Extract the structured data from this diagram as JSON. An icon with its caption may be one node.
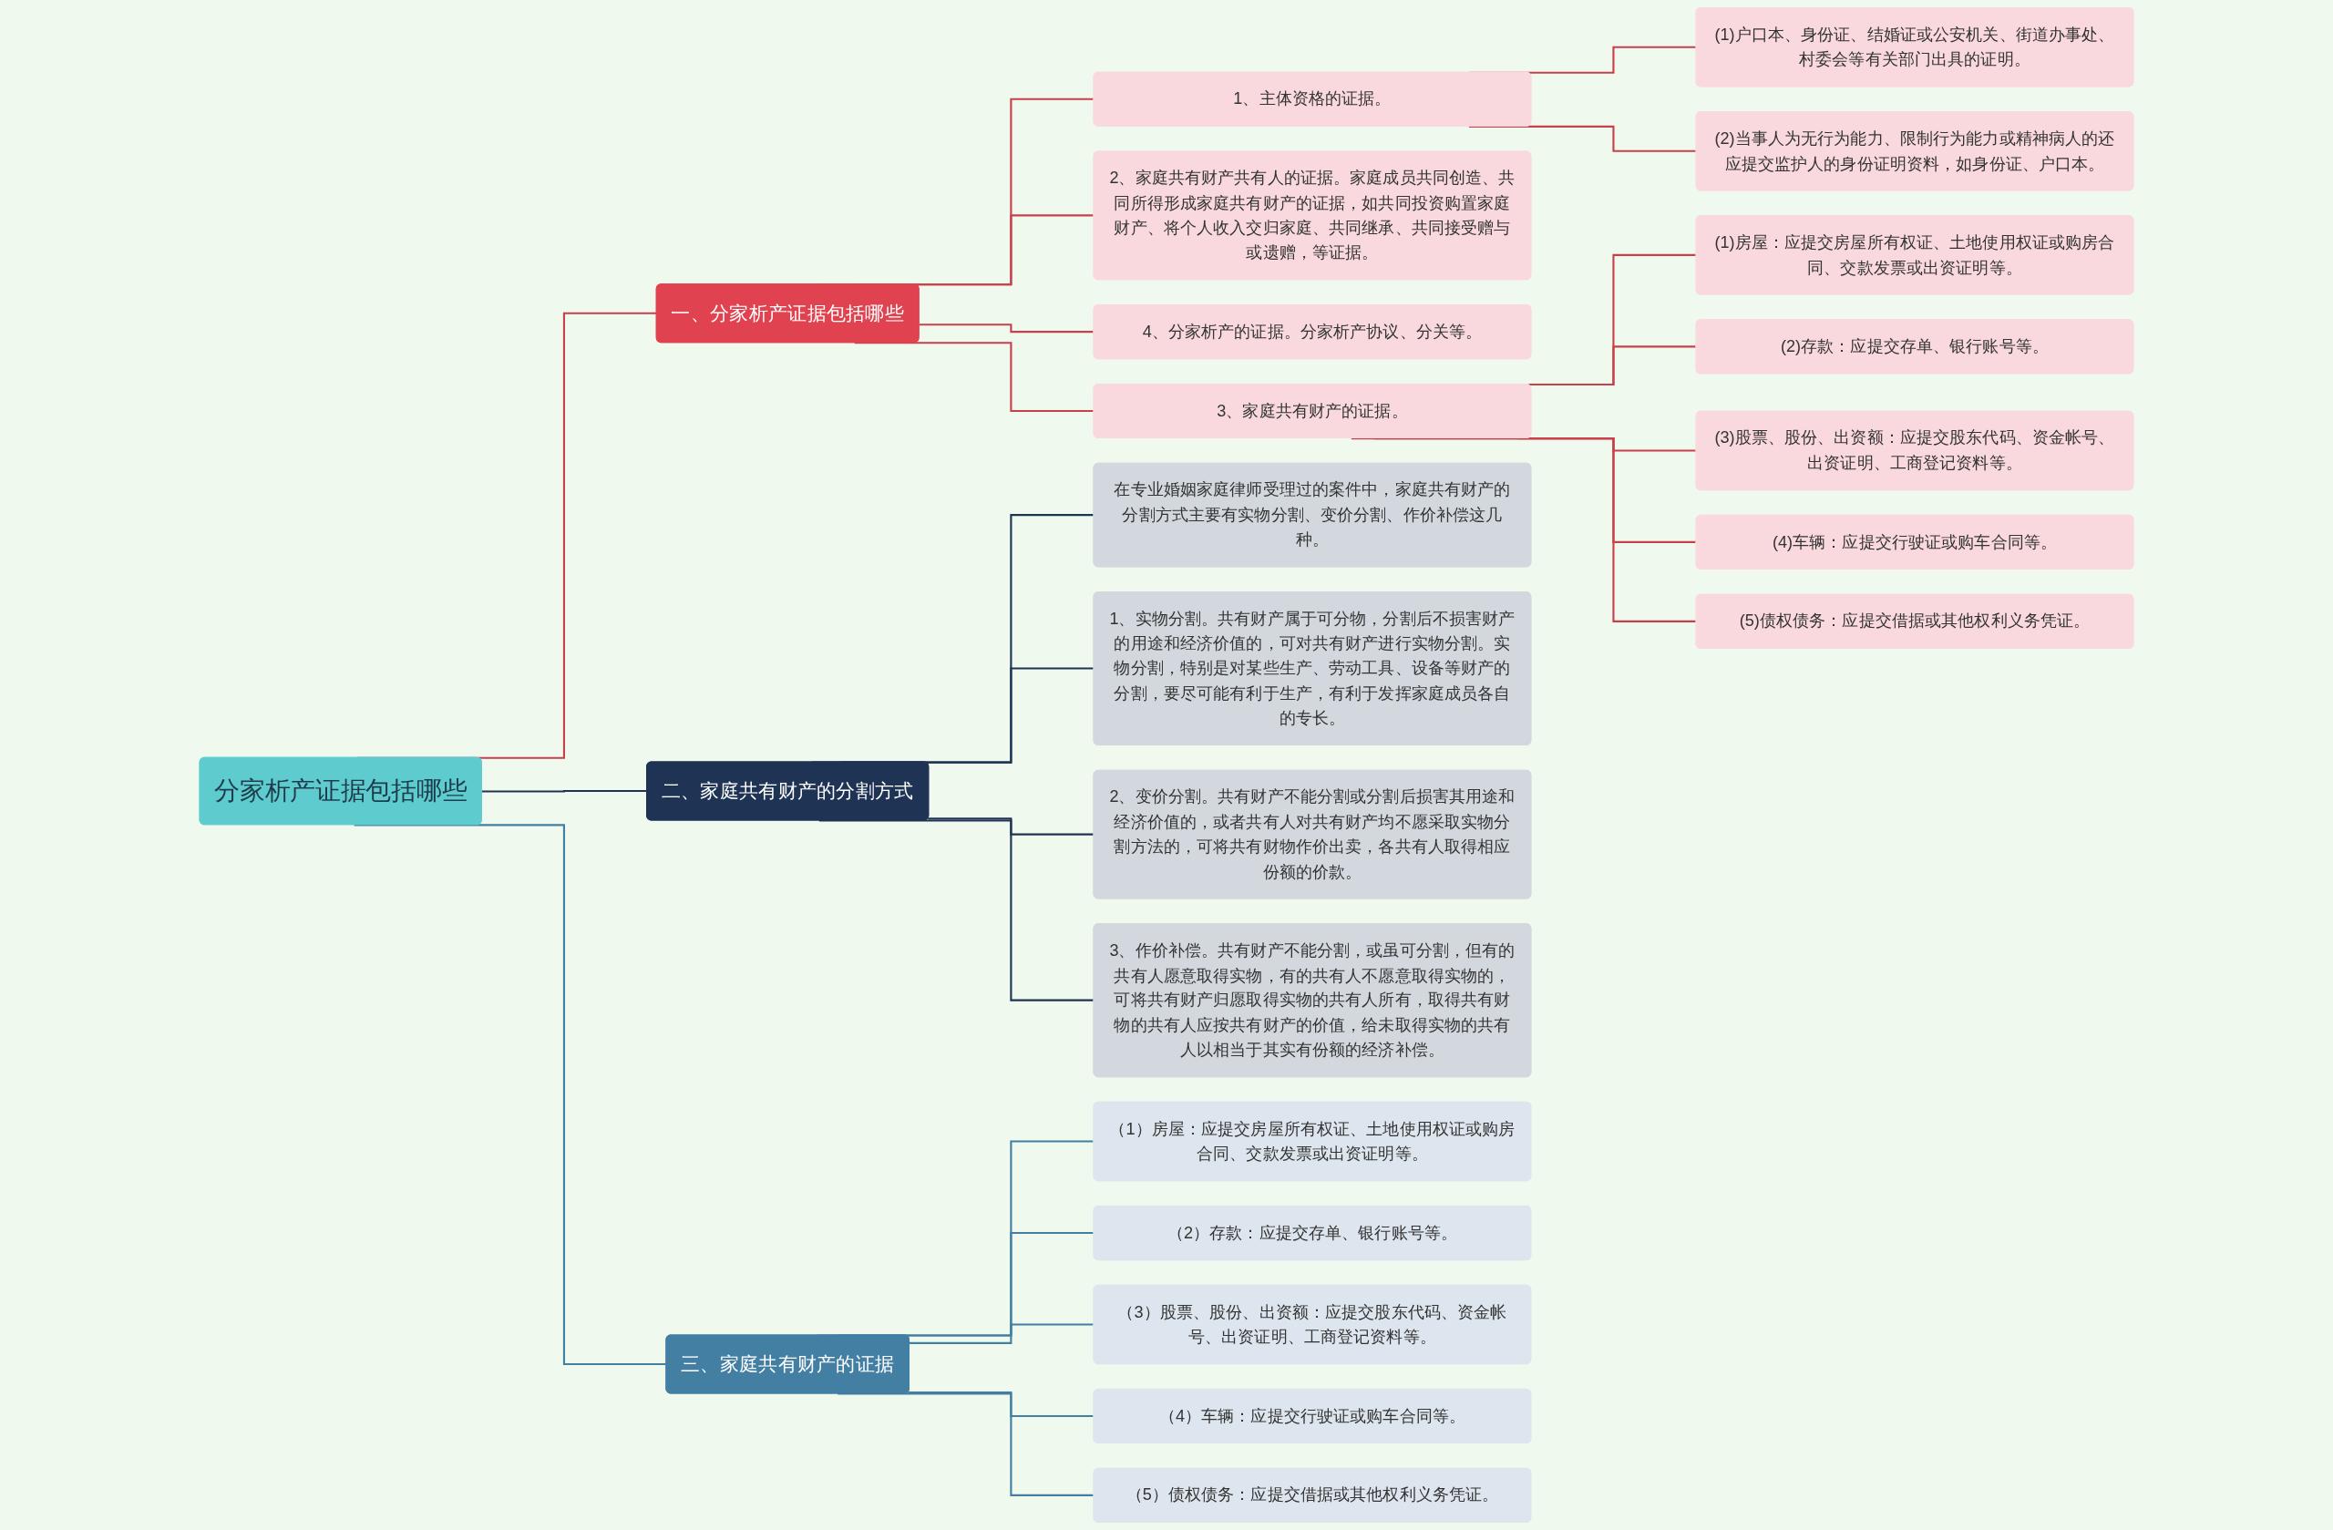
{
  "diagram": {
    "nodes": [
      {
        "text": [
          "分家析产证据包括哪些"
        ]
      },
      {
        "text": [
          "一、分家析产证据包括哪些"
        ]
      },
      {
        "text": [
          "1、主体资格的证据。"
        ]
      },
      {
        "text": [
          "(1)户口本、身份证、结婚证或公安机关、街道办事处、村委会等有关部门出具的证明。"
        ]
      },
      {
        "text": [
          "(2)当事人为无行为能力、限制行为能力或精神病人的还应提交监护人的身份证明资料，如身份证、户口本。"
        ]
      },
      {
        "text": [
          "2、家庭共有财产共有人的证据。家庭成员共同创造、共同所得形成家庭共有财产的证据，如共同投资购置家庭财产、将个人收入交归家庭、共同继承、共同接受赠与或遗赠，等证据。"
        ]
      },
      {
        "text": [
          "3、家庭共有财产的证据。"
        ]
      },
      {
        "text": [
          "(1)房屋：应提交房屋所有权证、土地使用权证或购房合同、交款发票或出资证明等。"
        ]
      },
      {
        "text": [
          "(2)存款：应提交存单、银行账号等。"
        ]
      },
      {
        "text": [
          "(3)股票、股份、出资额：应提交股东代码、资金帐号、出资证明、工商登记资料等。"
        ]
      },
      {
        "text": [
          "(4)车辆：应提交行驶证或购车合同等。"
        ]
      },
      {
        "text": [
          "(5)债权债务：应提交借据或其他权利义务凭证。"
        ]
      },
      {
        "text": [
          "4、分家析产的证据。分家析产协议、分关等。"
        ]
      },
      {
        "text": [
          "二、家庭共有财产的分割方式"
        ]
      },
      {
        "text": [
          "在专业婚姻家庭律师受理过的案件中，家庭共有财产的分割方式主要有实物分割、变价分割、作价补偿这几种。"
        ]
      },
      {
        "text": [
          "1、实物分割。共有财产属于可分物，分割后不损害财产的用途和经济价值的，可对共有财产进行实物分割。实物分割，特别是对某些生产、劳动工具、设备等财产的分割，要尽可能有利于生产，有利于发挥家庭成员各自的专长。"
        ]
      },
      {
        "text": [
          "2、变价分割。共有财产不能分割或分割后损害其用途和经济价值的，或者共有人对共有财产均不愿采取实物分割方法的，可将共有财物作价出卖，各共有人取得相应份额的价款。"
        ]
      },
      {
        "text": [
          "3、作价补偿。共有财产不能分割，或虽可分割，但有的共有人愿意取得实物，有的共有人不愿意取得实物的，可将共有财产归愿取得实物的共有人所有，取得共有财物的共有人应按共有财产的价值，给未取得实物的共有人以相当于其实有份额的经济补偿。"
        ]
      },
      {
        "text": [
          "三、家庭共有财产的证据"
        ]
      },
      {
        "text": [
          "（1）房屋：应提交房屋所有权证、土地使用权证或购房合同、交款发票或出资证明等。"
        ]
      },
      {
        "text": [
          "（2）存款：应提交存单、银行账号等。"
        ]
      },
      {
        "text": [
          "（3）股票、股份、出资额：应提交股东代码、资金帐号、出资证明、工商登记资料等。"
        ]
      },
      {
        "text": [
          "（4）车辆：应提交行驶证或购车合同等。"
        ]
      },
      {
        "text": [
          "（5）债权债务：应提交借据或其他权利义务凭证。"
        ]
      }
    ],
    "edges": [
      {
        "from": 0,
        "to": 1,
        "arrow": "none"
      },
      {
        "from": 1,
        "to": 2,
        "arrow": "none"
      },
      {
        "from": 2,
        "to": 3,
        "arrow": "none"
      },
      {
        "from": 2,
        "to": 4,
        "arrow": "none"
      },
      {
        "from": 1,
        "to": 5,
        "arrow": "none"
      },
      {
        "from": 1,
        "to": 6,
        "arrow": "none"
      },
      {
        "from": 6,
        "to": 7,
        "arrow": "none"
      },
      {
        "from": 6,
        "to": 8,
        "arrow": "none"
      },
      {
        "from": 6,
        "to": 9,
        "arrow": "none"
      },
      {
        "from": 6,
        "to": 10,
        "arrow": "none"
      },
      {
        "from": 6,
        "to": 11,
        "arrow": "none"
      },
      {
        "from": 1,
        "to": 12,
        "arrow": "none"
      },
      {
        "from": 0,
        "to": 13,
        "arrow": "none",
        "color": "#1f3355"
      },
      {
        "from": 13,
        "to": 14,
        "arrow": "none",
        "color": "#1f3355"
      },
      {
        "from": 13,
        "to": 15,
        "arrow": "none",
        "color": "#1f3355"
      },
      {
        "from": 13,
        "to": 16,
        "arrow": "none",
        "color": "#1f3355"
      },
      {
        "from": 13,
        "to": 17,
        "arrow": "none",
        "color": "#1f3355"
      },
      {
        "from": 0,
        "to": 18,
        "arrow": "none",
        "color": "#437ea3"
      },
      {
        "from": 18,
        "to": 19,
        "arrow": "none",
        "color": "#437ea3"
      },
      {
        "from": 18,
        "to": 20,
        "arrow": "none",
        "color": "#437ea3"
      },
      {
        "from": 18,
        "to": 21,
        "arrow": "none",
        "color": "#437ea3"
      },
      {
        "from": 18,
        "to": 22,
        "arrow": "none",
        "color": "#437ea3"
      },
      {
        "from": 18,
        "to": 23,
        "arrow": "none",
        "color": "#437ea3"
      }
    ]
  }
}
